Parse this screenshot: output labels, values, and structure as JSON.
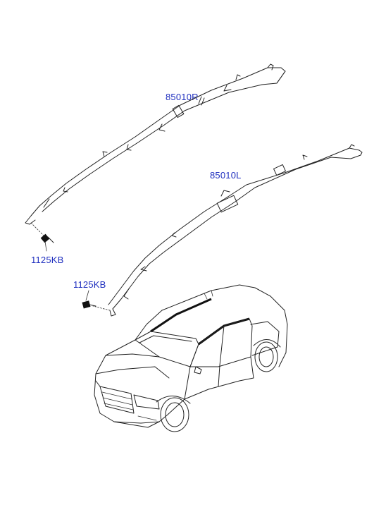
{
  "callouts": {
    "airbag_right": "85010R",
    "airbag_left": "85010L",
    "bolt_upper": "1125KB",
    "bolt_lower": "1125KB"
  },
  "icons": [
    "curtain-airbag-right",
    "curtain-airbag-left",
    "mounting-bolt",
    "vehicle-outline"
  ]
}
